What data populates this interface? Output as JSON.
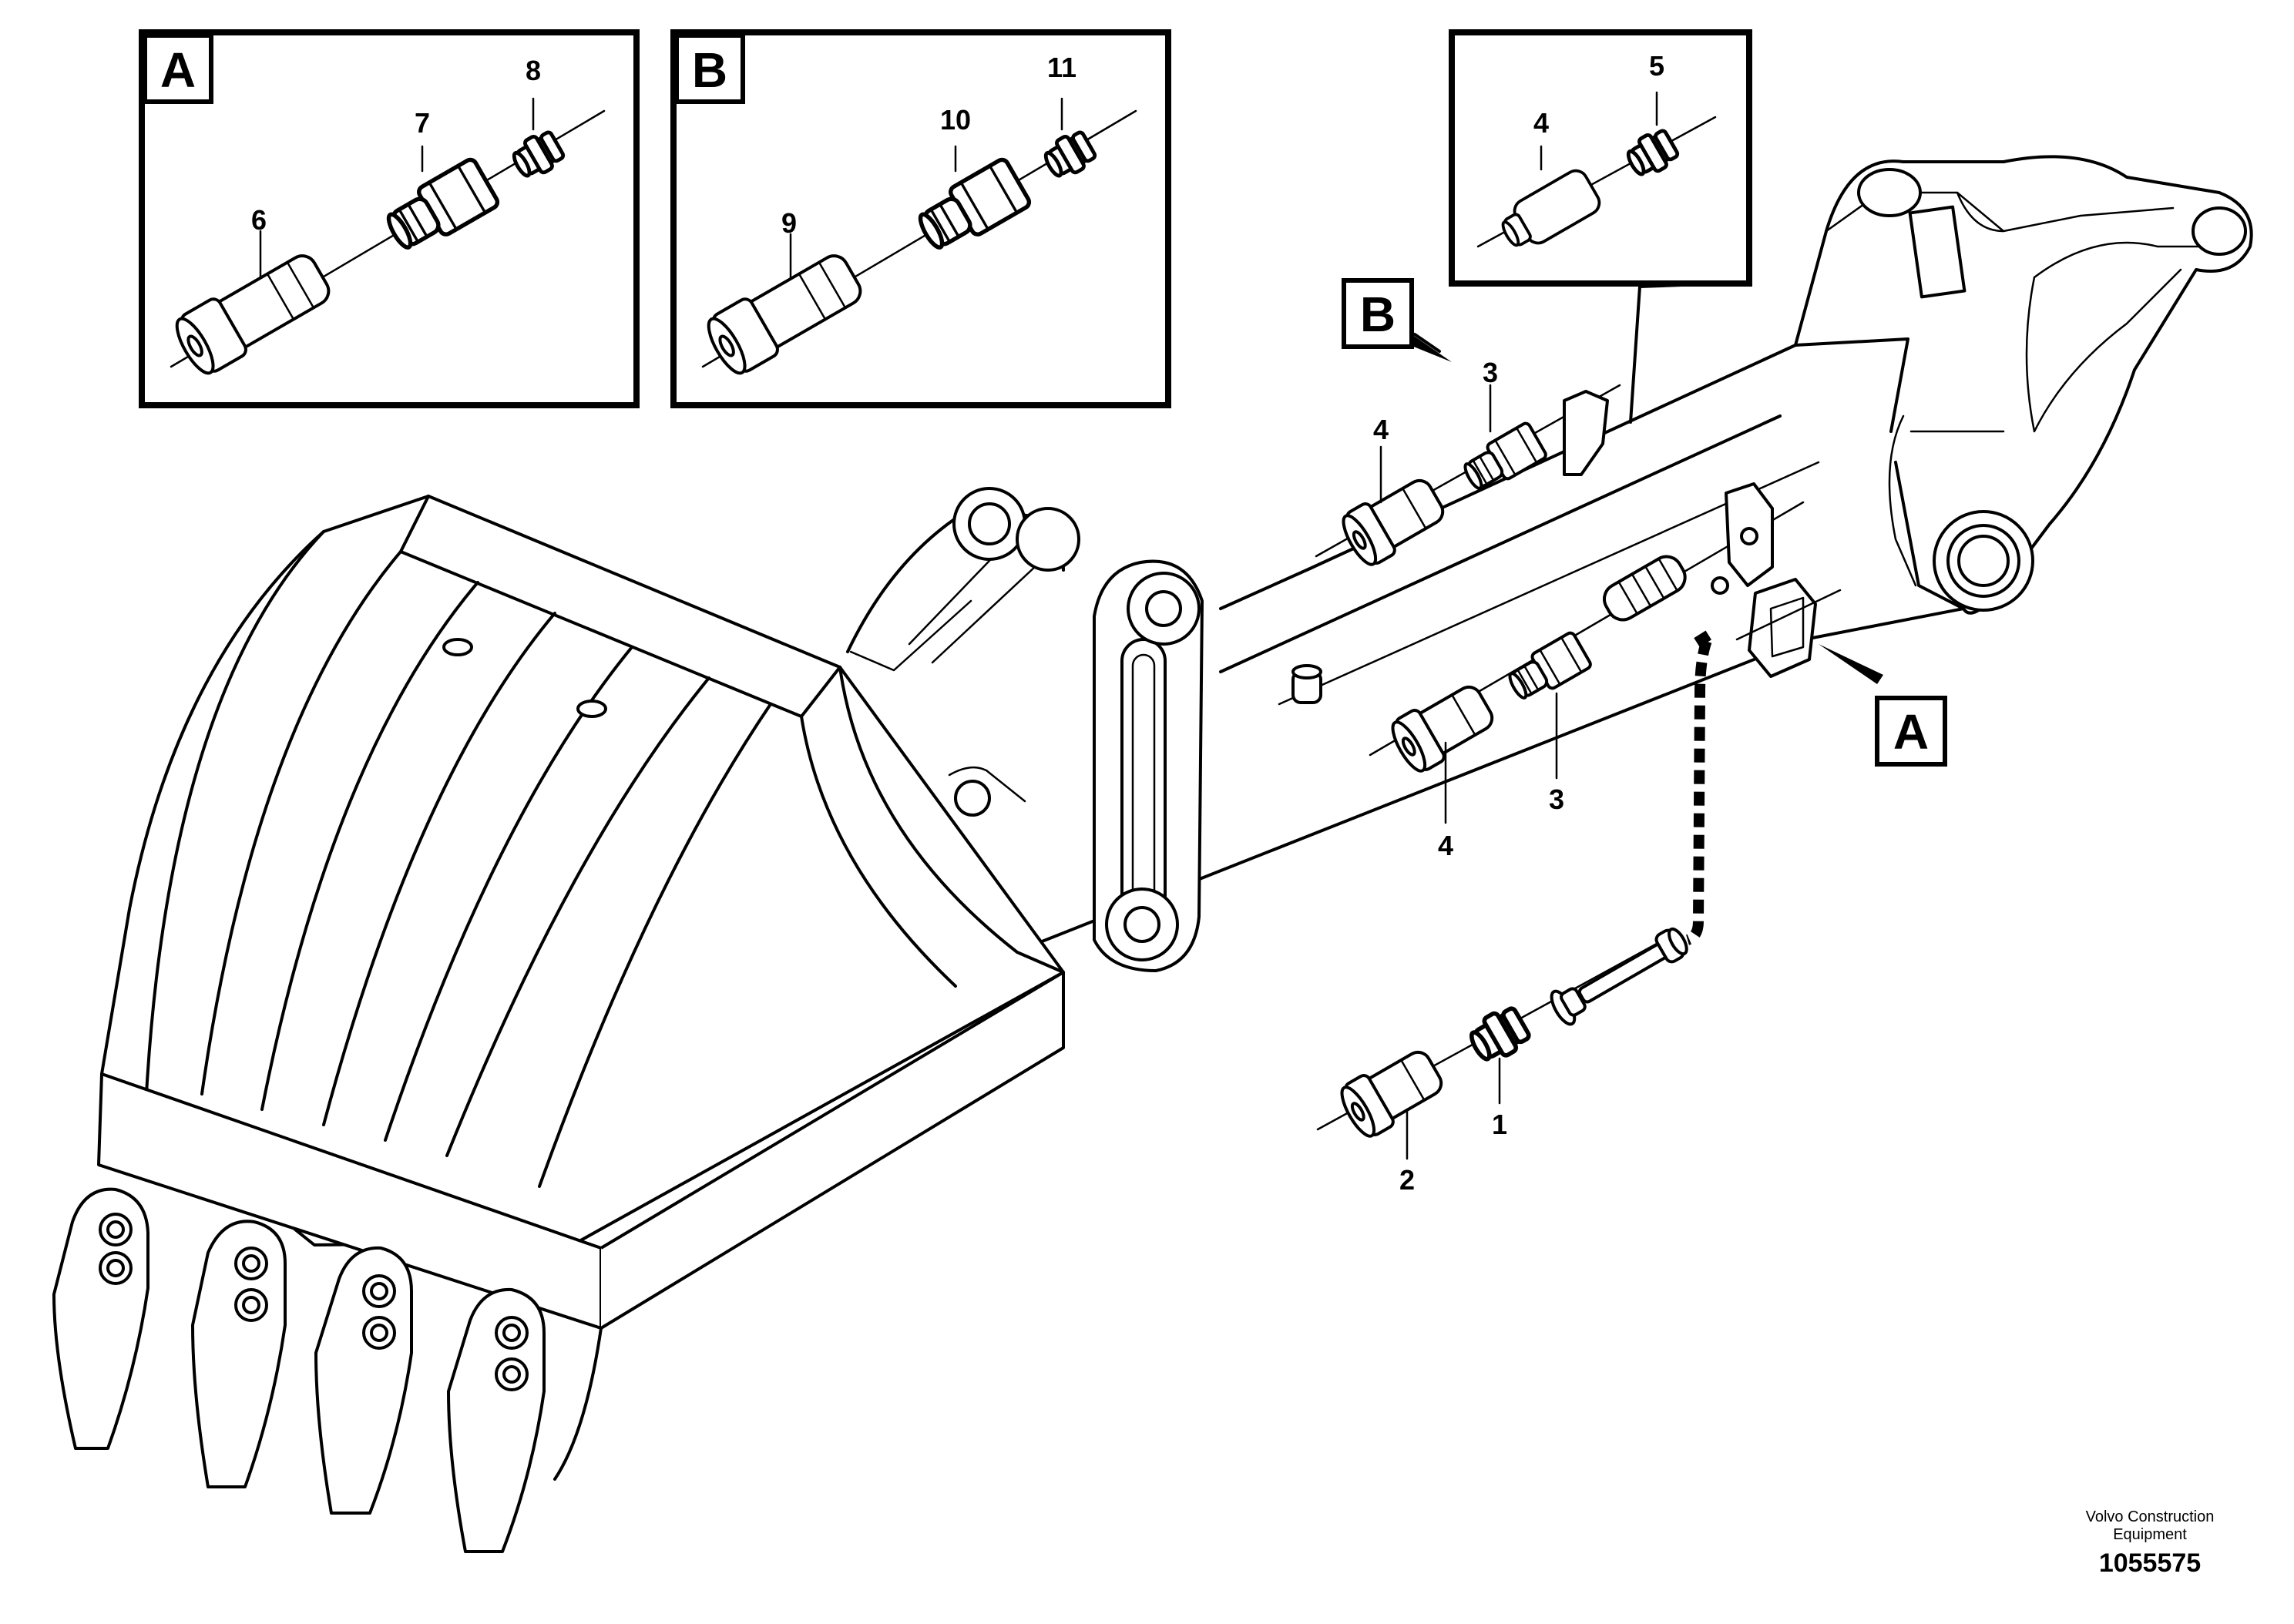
{
  "insets": [
    {
      "id": "A",
      "label": "A",
      "parts": [
        "6",
        "7",
        "8"
      ]
    },
    {
      "id": "B",
      "label": "B",
      "parts": [
        "9",
        "10",
        "11"
      ]
    },
    {
      "id": "C",
      "label": "",
      "parts": [
        "4",
        "5"
      ]
    }
  ],
  "callouts": {
    "p1": "1",
    "p2": "2",
    "p3_top": "3",
    "p4_top": "4",
    "p3_low": "3",
    "p4_low": "4",
    "p4_inset": "4",
    "p5_inset": "5",
    "p6": "6",
    "p7": "7",
    "p8": "8",
    "p9": "9",
    "p10": "10",
    "p11": "11"
  },
  "view_tags": {
    "b_main": "B",
    "a_main": "A"
  },
  "footer": {
    "line1": "Volvo Construction",
    "line2": "Equipment",
    "ref": "1055575"
  }
}
